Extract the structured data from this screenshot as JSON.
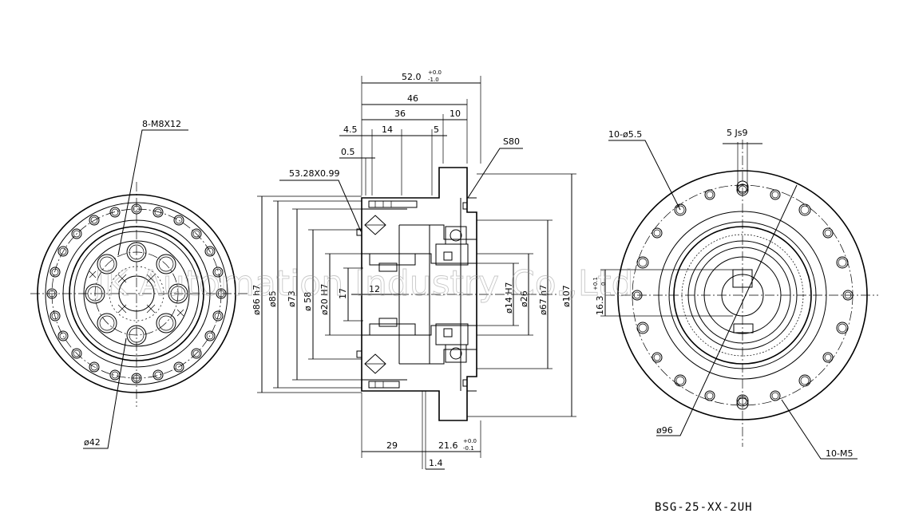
{
  "watermark": "JK Automation Industry Co.,Ltd",
  "model": "BSG-25-XX-2UH",
  "left_view": {
    "thread_label": "8-M8X12",
    "diameter_label": "ø42"
  },
  "right_view": {
    "hole_label": "10-ø5.5",
    "key_label": "5  Js9",
    "pcd_label": "ø96",
    "tap_label": "10-M5",
    "key_height": "16.3",
    "key_height_tol_upper": "+0.1",
    "key_height_tol_lower": "0"
  },
  "section": {
    "overall_length": "52.0",
    "overall_tol_upper": "+0.0",
    "overall_tol_lower": "-1.0",
    "dim_46": "46",
    "dim_36": "36",
    "dim_10": "10",
    "dim_45": "4.5",
    "dim_14": "14",
    "dim_5": "5",
    "dim_05": "0.5",
    "oring": "53.28X0.99",
    "seal": "S80",
    "d86": "ø86 h7",
    "d85": "ø85",
    "d73": "ø73",
    "d58": "ø 58",
    "d20": "ø20 H7",
    "dim_17": "17",
    "dim_12": "12",
    "d14": "ø14 H7",
    "d26": "ø26",
    "d67": "ø67 h7",
    "d107": "ø107",
    "dim_29": "29",
    "dim_216": "21.6",
    "dim_216_tol_upper": "+0.0",
    "dim_216_tol_lower": "-0.1",
    "dim_14b": "1.4"
  }
}
